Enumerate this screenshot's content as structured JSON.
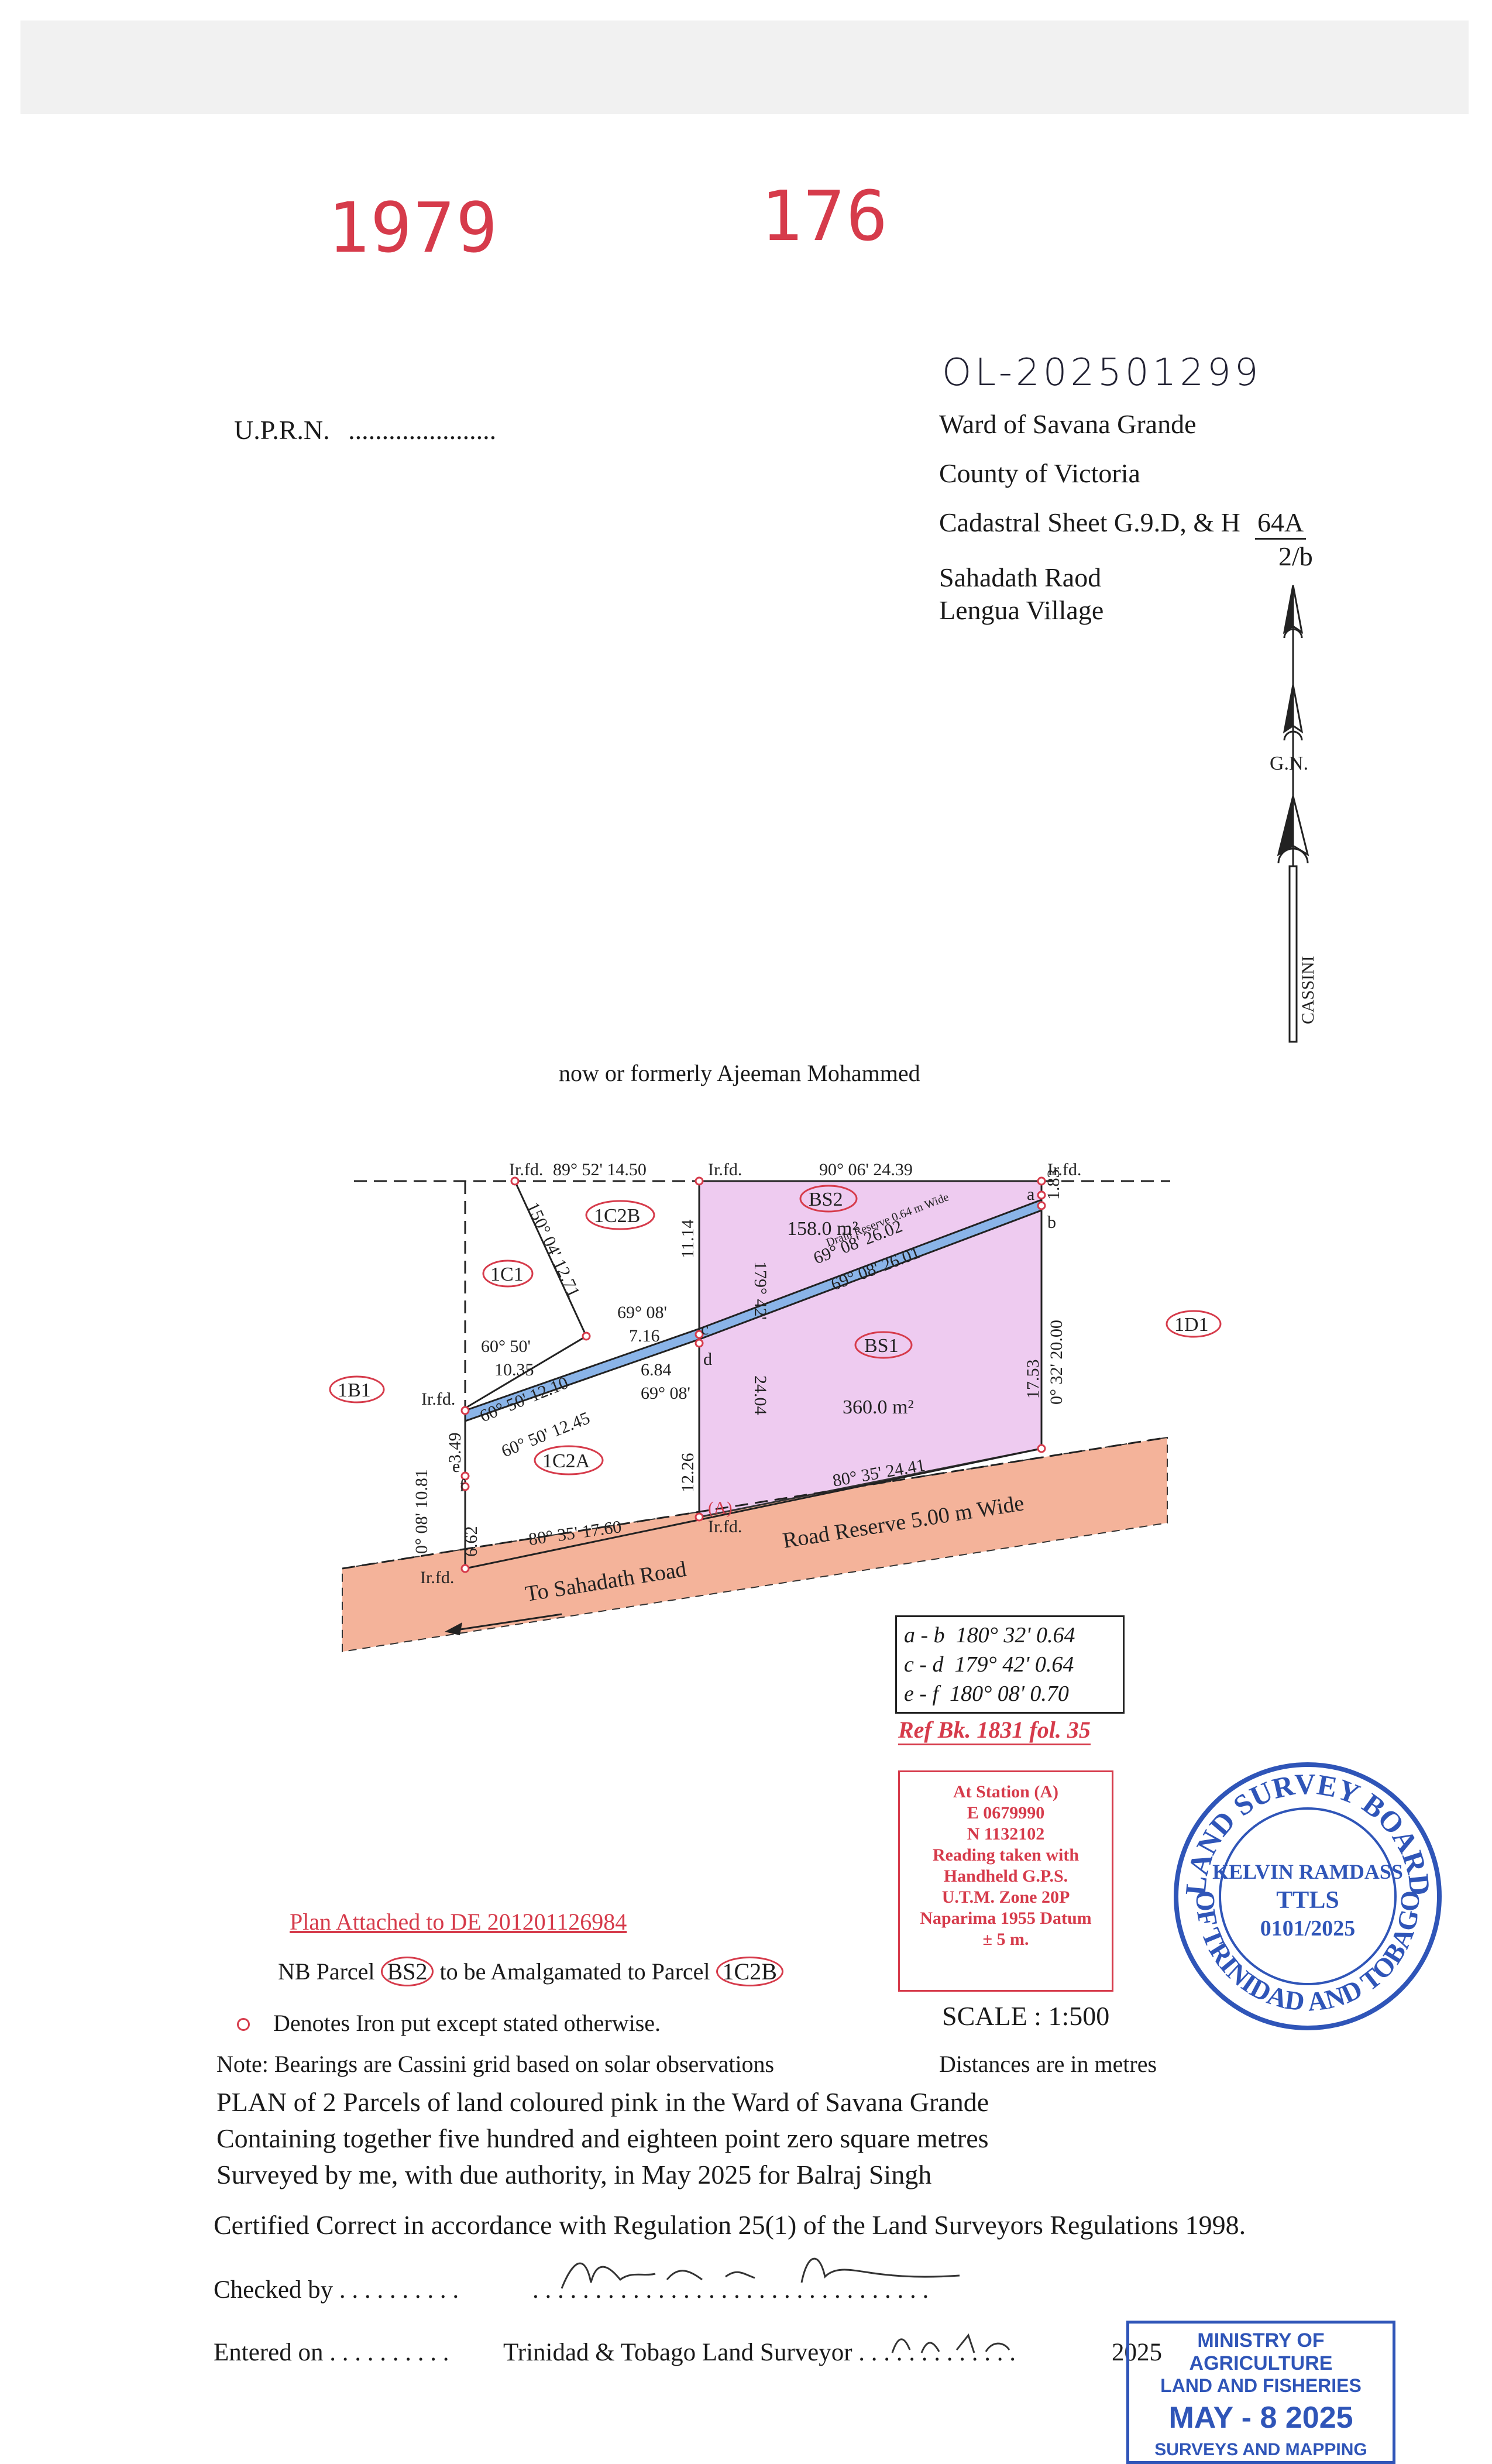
{
  "stamps": {
    "number_left": "1979",
    "number_right": "176"
  },
  "handwritten_ref": "OL-202501299",
  "uprn": {
    "label": "U.P.R.N.",
    "value": "......................"
  },
  "location": {
    "ward": "Ward of Savana Grande",
    "county": "County of Victoria",
    "cadastral": "Cadastral Sheet  G.9.D, & H",
    "sheet_num": "64A",
    "sheet_den": "2/b",
    "road": "Sahadath Raod",
    "village": "Lengua Village"
  },
  "north": {
    "gn": "G.N.",
    "cassini": "CASSINI"
  },
  "plan": {
    "formerly": "now or formerly Ajeeman Mohammed",
    "labels": {
      "irfd": "Ir.fd.",
      "b_top1": "89° 52'  14.50",
      "b_top2": "90° 06'  24.39",
      "b_diag": "150° 04'  12.71",
      "b_6050a": "60° 50'",
      "d_1035": "10.35",
      "b_6908a": "69° 08'",
      "d_716": "7.16",
      "d_684": "6.84",
      "b_6908b": "69° 08'",
      "b_res1": "60° 50'  12.10",
      "b_res2": "60° 50'  12.45",
      "b_bs2_low": "69° 08'  26.02",
      "b_bs1_top": "69° 08'  26.01",
      "reserve": "Drain Reserve 0.64 m Wide",
      "d_1114": "11.14",
      "d_1226": "12.26",
      "d_2404": "24.04",
      "b_17942": "179°    42'",
      "d_183": "1.83",
      "d_1753": "17.53",
      "b_right": "0° 32'  20.00",
      "d_349": "3.49",
      "d_662": "6.62",
      "b_left": "0° 08'  10.81",
      "b_bot1": "80° 35'  17.60",
      "b_bot2": "80° 35'  24.41",
      "pt_a": "a",
      "pt_b": "b",
      "pt_c": "c",
      "pt_d": "d",
      "pt_e": "e",
      "pt_f": "f",
      "pt_A": "(A)",
      "p_bs2": "BS2",
      "a_bs2": "158.0 m²",
      "p_bs1": "BS1",
      "a_bs1": "360.0 m²",
      "p_1c1": "1C1",
      "p_1c2b": "1C2B",
      "p_1c2a": "1C2A",
      "p_1b1": "1B1",
      "p_1d1": "1D1",
      "road_reserve": "Road  Reserve  5.00 m Wide",
      "to_road": "To Sahadath Road"
    }
  },
  "offsets_table": [
    {
      "pts": "a - b",
      "val": "180°  32'  0.64"
    },
    {
      "pts": "c - d",
      "val": "179°  42'  0.64"
    },
    {
      "pts": "e - f",
      "val": "180°  08'  0.70"
    }
  ],
  "ref_bk": "Ref  Bk. 1831 fol. 35",
  "station": [
    "At Station (A)",
    "E 0679990",
    "N 1132102",
    "Reading taken with",
    "Handheld G.P.S.",
    "U.T.M. Zone 20P",
    "Naparima 1955 Datum",
    "± 5 m."
  ],
  "seal": {
    "top": "LAND SURVEY BOARD",
    "bottom": "OF TRINIDAD AND TOBAGO",
    "name": "KELVIN RAMDASS",
    "ttls": "TTLS",
    "num": "0101/2025"
  },
  "notes": {
    "plan_attached": "Plan Attached to DE 201201126984",
    "nb_pre": "NB Parcel",
    "nb_p1": "BS2",
    "nb_mid": "to be Amalgamated to Parcel",
    "nb_p2": "1C2B",
    "iron": "Denotes Iron put except stated otherwise.",
    "scale": "SCALE : 1:500",
    "bearings": "Note: Bearings are Cassini grid based on solar observations",
    "distances": "Distances are in metres",
    "plan_line1": "PLAN of 2 Parcels of land coloured pink in the Ward of Savana Grande",
    "plan_line2": "Containing together five hundred and eighteen point zero square metres",
    "plan_line3": "Surveyed by me, with due authority, in May 2025 for Balraj Singh",
    "certified": "Certified Correct in accordance with Regulation 25(1) of the Land Surveyors Regulations 1998.",
    "checked": "Checked by . . . . . . . . . .",
    "checked_dots": ". . . . . . . . . . . . . . . . . . . . . . . . . . . . . . . .",
    "entered": "Entered on . . . . . . . . . .",
    "tt_surveyor": "Trinidad & Tobago  Land Surveyor . . . . . . . . . . . . .",
    "year": "2025"
  },
  "ministry": {
    "l1": "MINISTRY OF AGRICULTURE",
    "l2": "LAND AND FISHERIES",
    "l3": "MAY  - 8  2025",
    "l4": "SURVEYS AND MAPPING"
  },
  "colors": {
    "pink": "#eecbf0",
    "road": "#f4b39a",
    "stamp_red": "#d63b4b",
    "seal_blue": "#2f55b8",
    "reserve_blue": "#8ab4e8"
  }
}
